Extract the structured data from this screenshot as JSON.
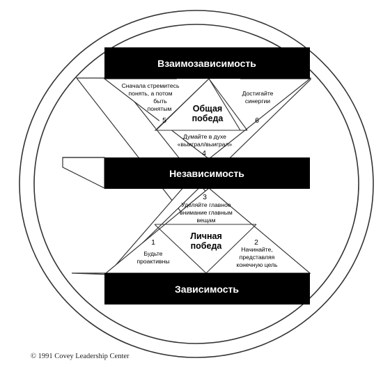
{
  "bars": {
    "top": "Взаимозависимость",
    "middle": "Независимость",
    "bottom": "Зависимость"
  },
  "victories": {
    "public": [
      "Общая",
      "победа"
    ],
    "private": [
      "Личная",
      "победа"
    ]
  },
  "habits": [
    {
      "number": "1",
      "lines": [
        "Будьте",
        "проактивны"
      ]
    },
    {
      "number": "2",
      "lines": [
        "Начинайте,",
        "представляя",
        "конечную цель"
      ]
    },
    {
      "number": "3",
      "lines": [
        "Уделяйте главное",
        "внимание главным",
        "вещам"
      ]
    },
    {
      "number": "4",
      "lines": [
        "Думайте в духе",
        "«выиграл/выиграл»"
      ]
    },
    {
      "number": "5",
      "lines": [
        "Сначала стремитесь",
        "понять, а потом",
        "быть",
        "понятым"
      ]
    },
    {
      "number": "6",
      "lines": [
        "Достигайте",
        "синергии"
      ]
    }
  ],
  "copyright": "© 1991 Covey Leadership Center"
}
